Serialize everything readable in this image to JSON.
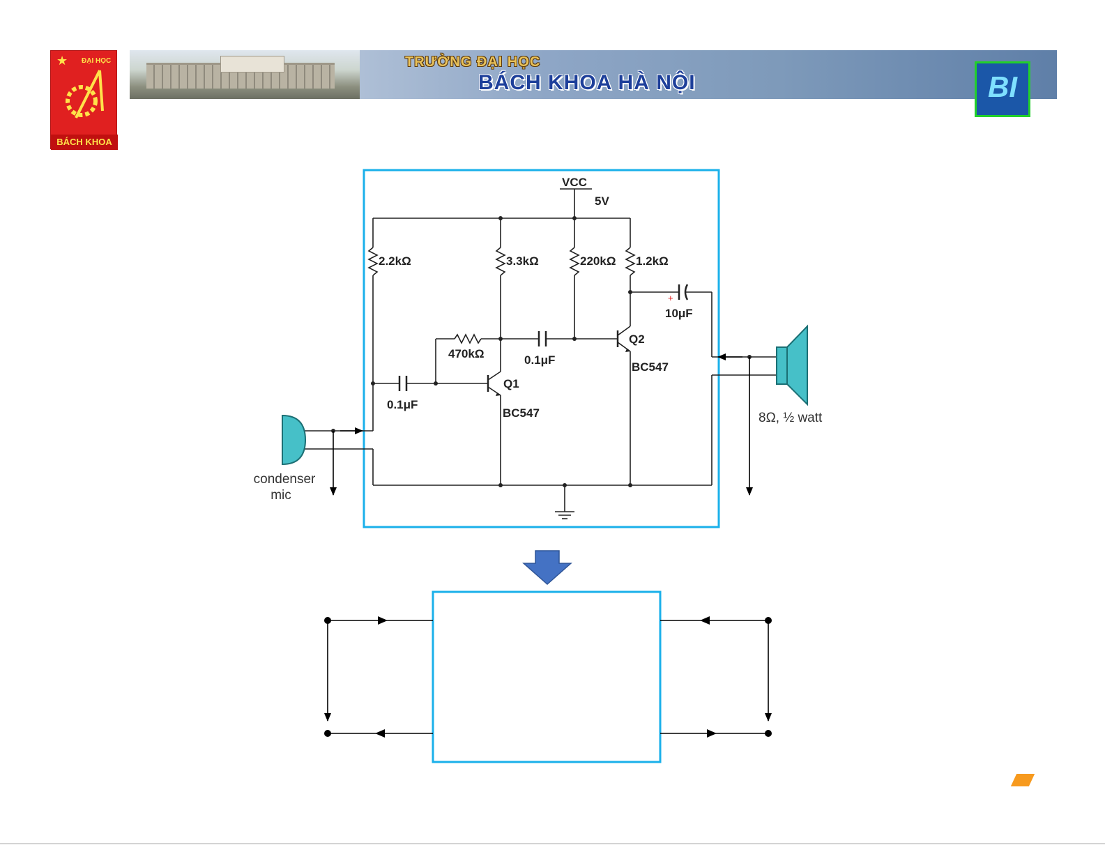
{
  "header": {
    "logo_left": {
      "top_text": "ĐẠI HỌC",
      "bottom_text": "BÁCH KHOA"
    },
    "banner": {
      "line1": "TRƯỜNG ĐẠI HỌC",
      "line2": "BÁCH KHOA HÀ NỘI"
    },
    "logo_right": {
      "text": "BI"
    }
  },
  "circuit": {
    "supply": {
      "name": "VCC",
      "value": "5V"
    },
    "resistors": [
      "2.2kΩ",
      "3.3kΩ",
      "220kΩ",
      "1.2kΩ",
      "470kΩ"
    ],
    "capacitors": [
      "0.1μF",
      "0.1μF",
      "10μF"
    ],
    "transistors": [
      {
        "name": "Q1",
        "part": "BC547"
      },
      {
        "name": "Q2",
        "part": "BC547"
      }
    ],
    "input": {
      "label_line1": "condenser",
      "label_line2": "mic"
    },
    "output": {
      "label": "8Ω, ½ watt"
    }
  },
  "colors": {
    "frame": "#1ab0ea",
    "arrow": "#4472c4",
    "mic_speaker": "#46c0c8",
    "corner_mark": "#f79a1e"
  }
}
